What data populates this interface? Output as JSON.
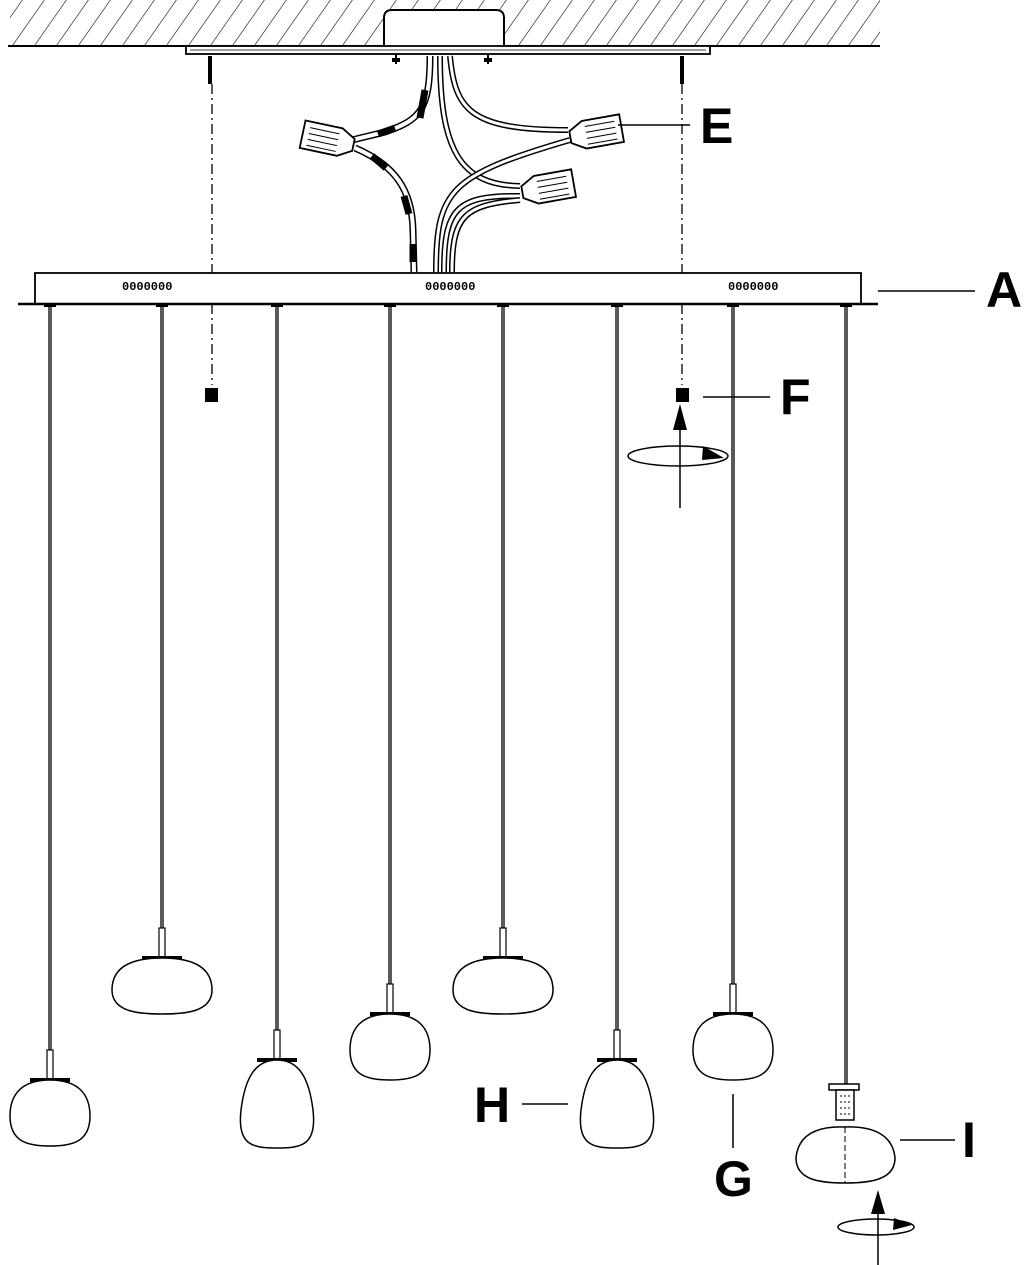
{
  "diagram": {
    "colors": {
      "line": "#000000",
      "background": "#ffffff"
    },
    "callouts": {
      "A": "A",
      "E": "E",
      "F": "F",
      "G": "G",
      "H": "H",
      "I": "I"
    },
    "terminal_marks": [
      "0000000",
      "0000000",
      "0000000"
    ],
    "pendant_count": 8
  }
}
